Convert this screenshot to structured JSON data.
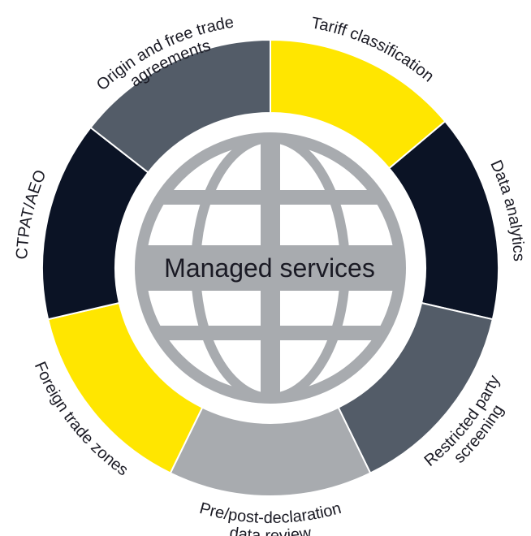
{
  "center": {
    "label": "Managed services",
    "icon": "globe-icon"
  },
  "colors": {
    "yellow": "#FFE600",
    "navy": "#0B1325",
    "slate": "#535C68",
    "gray": "#A8ABAF",
    "text": "#1A1A24"
  },
  "segments": [
    {
      "id": "tariff",
      "label_lines": [
        "Tariff classification"
      ],
      "color": "#FFE600"
    },
    {
      "id": "data-analytics",
      "label_lines": [
        "Data analytics"
      ],
      "color": "#0B1325"
    },
    {
      "id": "restricted-party",
      "label_lines": [
        "Restricted party",
        "screening"
      ],
      "color": "#535C68"
    },
    {
      "id": "pre-post-declaration",
      "label_lines": [
        "Pre/post-declaration",
        "data review"
      ],
      "color": "#A8ABAF"
    },
    {
      "id": "foreign-trade-zones",
      "label_lines": [
        "Foreign trade zones"
      ],
      "color": "#FFE600"
    },
    {
      "id": "ctpat-aeo",
      "label_lines": [
        "CTPAT/AEO"
      ],
      "color": "#0B1325"
    },
    {
      "id": "origin-fta",
      "label_lines": [
        "Origin and free trade",
        "agreements"
      ],
      "color": "#535C68"
    }
  ]
}
